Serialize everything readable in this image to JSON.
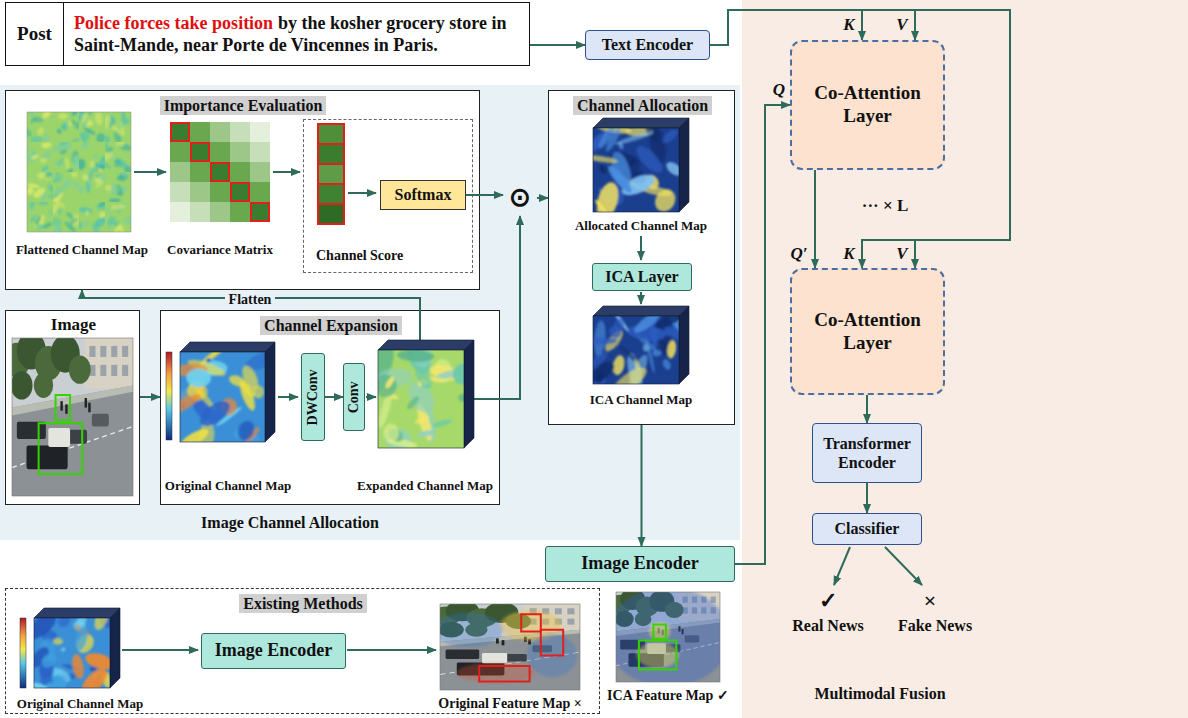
{
  "diagram": {
    "nodes": [
      {
        "text": [
          "Post",
          "Police forces take position",
          "by the kosher grocery store in Saint-Mande, near Porte de Vincennes in Paris."
        ]
      },
      {
        "text": [
          "Text Encoder"
        ]
      },
      {
        "text": [
          "Image Channel Allocation"
        ]
      },
      {
        "text": [
          "Importance Evaluation"
        ],
        "in": 2
      },
      {
        "text": [
          "Channel Score"
        ],
        "in": 3
      },
      {
        "text": [
          "Softmax"
        ],
        "in": 4
      },
      {
        "text": [
          "⊙"
        ],
        "in": 2
      },
      {
        "text": [
          "Channel Allocation"
        ],
        "in": 2
      },
      {
        "text": [
          "ICA Layer"
        ],
        "in": 7
      },
      {
        "text": [
          "Image"
        ],
        "in": 2
      },
      {
        "text": [
          "Channel Expansion"
        ],
        "in": 2
      },
      {
        "text": [
          "DWConv"
        ],
        "in": 10
      },
      {
        "text": [
          "Conv"
        ],
        "in": 10
      },
      {
        "text": [
          "Image Encoder"
        ]
      },
      {
        "text": [
          "Multimodal Fusion"
        ]
      },
      {
        "text": [
          "Co-Attention Layer"
        ],
        "in": 14
      },
      {
        "text": [
          "Co-Attention Layer"
        ],
        "in": 14
      },
      {
        "text": [
          "Transformer Encoder"
        ],
        "in": 14
      },
      {
        "text": [
          "Classifier"
        ],
        "in": 14
      },
      {
        "text": [
          "Existing Methods"
        ]
      },
      {
        "text": [
          "Image Encoder"
        ],
        "in": 19
      }
    ],
    "edges": [
      {
        "from": 0,
        "to": 1,
        "arrow": "to"
      },
      {
        "from": 1,
        "to": 15,
        "arrow": "to"
      },
      {
        "from": 1,
        "to": 16,
        "arrow": "to"
      },
      {
        "from": 13,
        "to": 15,
        "arrow": "to"
      },
      {
        "from": 15,
        "to": 16,
        "arrow": "to"
      },
      {
        "from": 16,
        "to": 17,
        "arrow": "to"
      },
      {
        "from": 17,
        "to": 18,
        "arrow": "to"
      },
      {
        "from": 9,
        "to": 10,
        "arrow": "to"
      },
      {
        "from": 11,
        "to": 12,
        "arrow": "to"
      },
      {
        "from": 10,
        "to": 3,
        "label": "Flatten",
        "arrow": "to"
      },
      {
        "from": 5,
        "to": 6,
        "arrow": "to"
      },
      {
        "from": 10,
        "to": 6,
        "arrow": "to"
      },
      {
        "from": 6,
        "to": 7,
        "arrow": "to"
      },
      {
        "from": 7,
        "to": 13,
        "arrow": "to"
      }
    ],
    "labels": [
      "Flattened Channel Map",
      "Covariance Matrix",
      "Original Channel Map",
      "Expanded Channel Map",
      "Allocated Channel Map",
      "ICA Channel Map",
      "Q",
      "K",
      "V",
      "··· × L",
      "Q′",
      "K",
      "V",
      "✓",
      "×",
      "Real News",
      "Fake News",
      "ICA Feature Map ✓",
      "Original Channel Map",
      "Original Feature Map ×"
    ]
  }
}
